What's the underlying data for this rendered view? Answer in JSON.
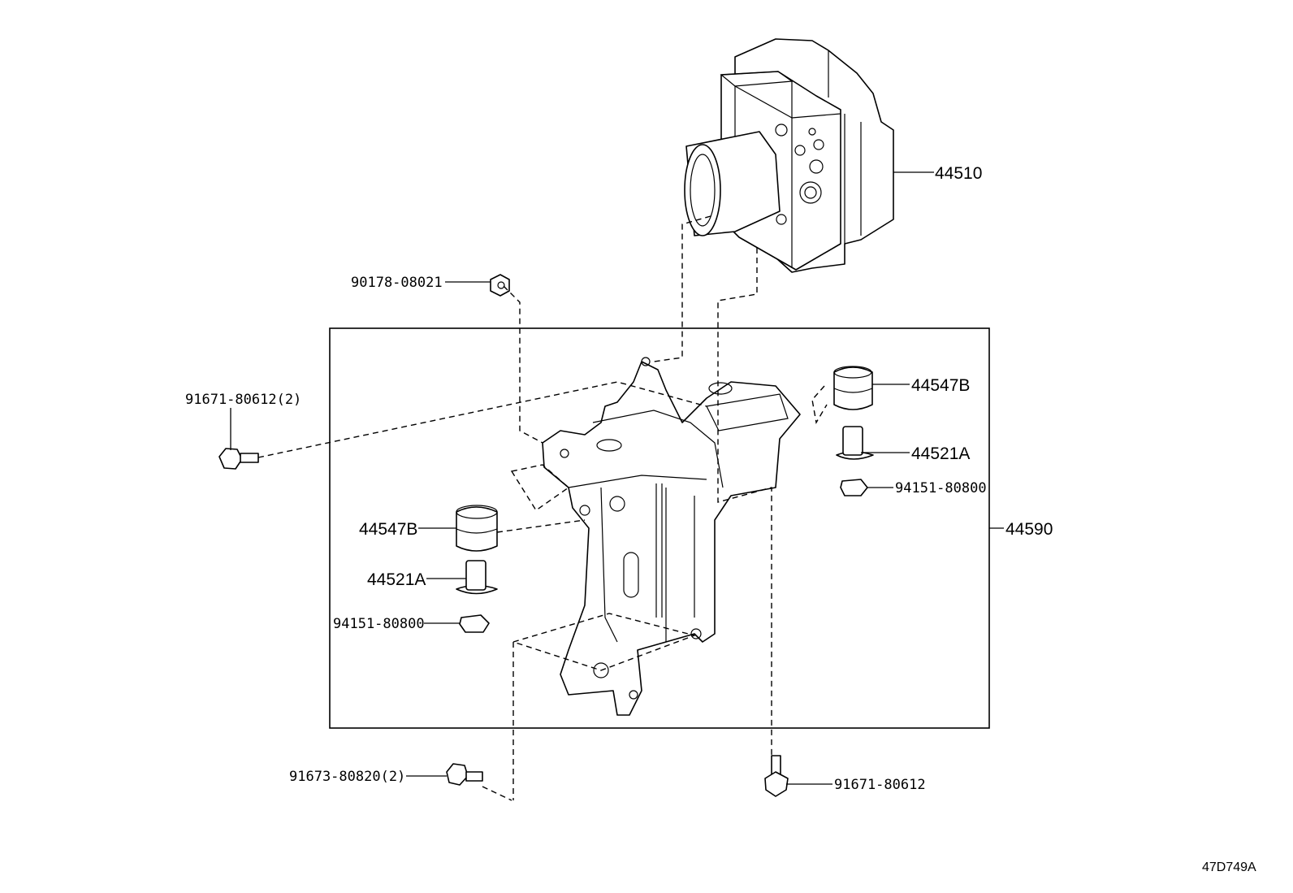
{
  "diagram_code": "47D749A",
  "callouts": {
    "actuator": "44510",
    "bracket_assy": "44590",
    "nut_top": "90178-08021",
    "bolt_left": "91671-80612(2)",
    "cushion_right": "44547B",
    "collar_right": "44521A",
    "nut_right": "94151-80800",
    "cushion_left": "44547B",
    "collar_left": "44521A",
    "nut_left": "94151-80800",
    "bolt_bottom_left": "91673-80820(2)",
    "bolt_bottom_right": "91671-80612"
  }
}
